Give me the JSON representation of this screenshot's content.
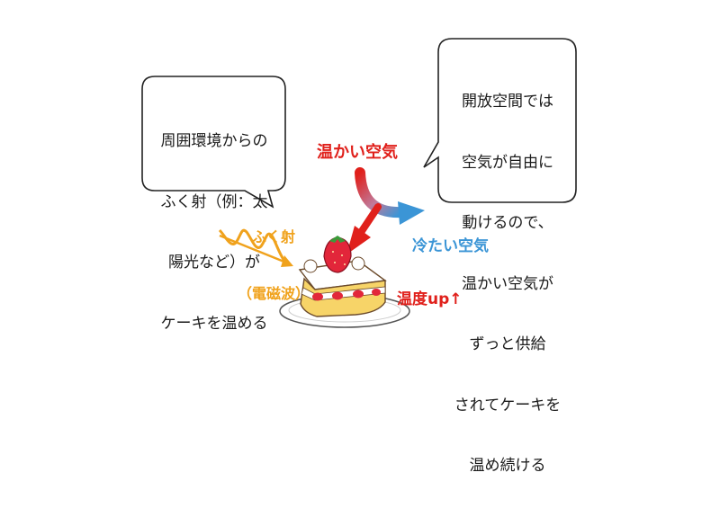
{
  "bubble_left": {
    "lines": [
      "周囲環境からの",
      "ふく射（例：太",
      "陽光など）が",
      "ケーキを温める"
    ]
  },
  "bubble_right": {
    "lines": [
      "開放空間では",
      "空気が自由に",
      "動けるので、",
      "温かい空気が",
      "ずっと供給",
      "されてケーキを",
      "温め続ける"
    ]
  },
  "labels": {
    "warm_air": "温かい空気",
    "cool_air": "冷たい空気",
    "radiation_line1": "ふく射",
    "radiation_line2": "（電磁波）",
    "temp_up": "温度up↑"
  },
  "colors": {
    "warm": "#e0201b",
    "cool": "#3b95d6",
    "radiation": "#f0a21c",
    "bubble_stroke": "#222222",
    "sponge": "#f7d468",
    "cream": "#ffffff",
    "strawberry": "#e2263a"
  },
  "icons": [
    "speech-bubble-left",
    "speech-bubble-right",
    "curved-arrow-icon",
    "wavy-arrow-icon",
    "down-arrow-icon",
    "cake-icon"
  ]
}
